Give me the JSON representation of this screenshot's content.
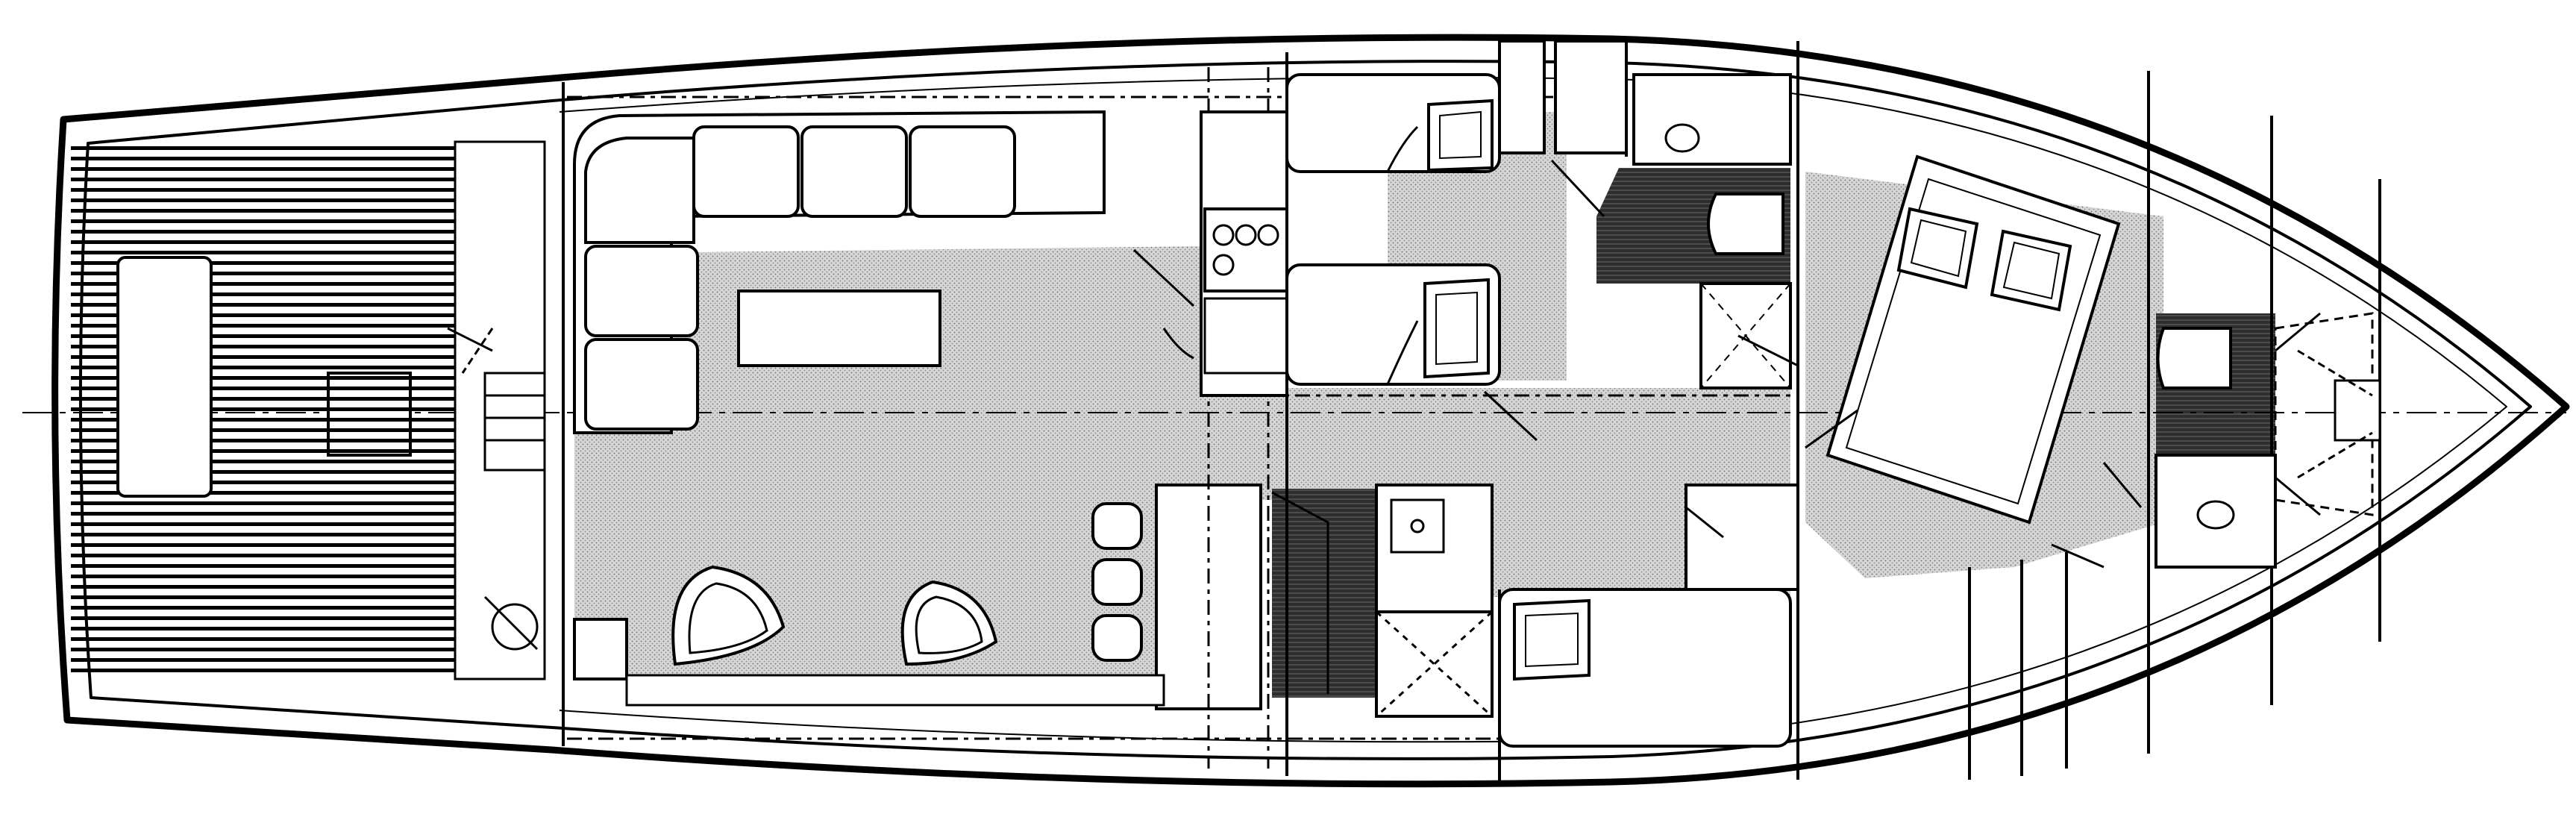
{
  "colors": {
    "background": "#ffffff",
    "line": "#000000",
    "stipple": "#c8c8c8",
    "dark_floor": "#3a3a3a",
    "deck_stripe": "#000000"
  },
  "zones": [
    {
      "name": "aft-cockpit-deck",
      "floor": "teak"
    },
    {
      "name": "salon",
      "floor": "stipple"
    },
    {
      "name": "galley",
      "floor": "stipple"
    },
    {
      "name": "guest-stateroom-upper",
      "floor": "stipple"
    },
    {
      "name": "guest-stateroom-lower",
      "floor": "stipple"
    },
    {
      "name": "companionway-stairs",
      "floor": "dark"
    },
    {
      "name": "mid-head",
      "floor": "dark"
    },
    {
      "name": "master-stateroom",
      "floor": "stipple"
    },
    {
      "name": "forward-head",
      "floor": "dark"
    },
    {
      "name": "forepeak",
      "floor": "plain"
    }
  ],
  "fixtures": {
    "pillows": 5,
    "bar_stools": 3,
    "salon_chairs": 2,
    "stove_burners": 4,
    "sinks": 3
  }
}
